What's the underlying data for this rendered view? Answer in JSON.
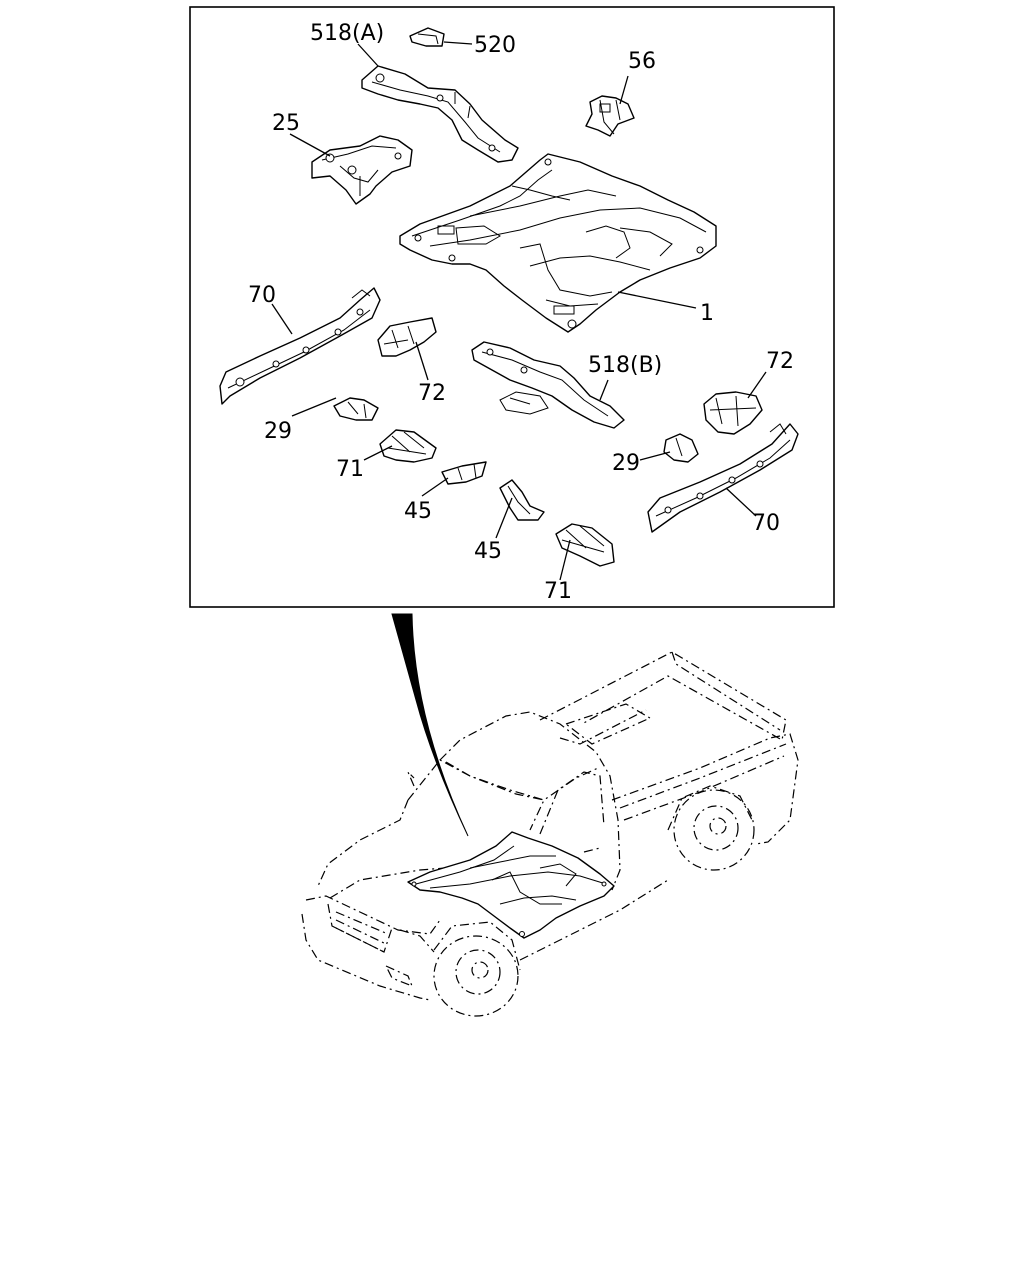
{
  "diagram": {
    "callouts": [
      {
        "id": "c-518a",
        "text": "518(A)"
      },
      {
        "id": "c-520",
        "text": "520"
      },
      {
        "id": "c-56",
        "text": "56"
      },
      {
        "id": "c-25",
        "text": "25"
      },
      {
        "id": "c-1",
        "text": "1"
      },
      {
        "id": "c-70-left",
        "text": "70"
      },
      {
        "id": "c-72-left",
        "text": "72"
      },
      {
        "id": "c-518b",
        "text": "518(B)"
      },
      {
        "id": "c-72-right",
        "text": "72"
      },
      {
        "id": "c-29-left",
        "text": "29"
      },
      {
        "id": "c-29-right",
        "text": "29"
      },
      {
        "id": "c-71-left",
        "text": "71"
      },
      {
        "id": "c-45-upper",
        "text": "45"
      },
      {
        "id": "c-45-lower",
        "text": "45"
      },
      {
        "id": "c-70-right",
        "text": "70"
      },
      {
        "id": "c-71-lower",
        "text": "71"
      }
    ]
  }
}
